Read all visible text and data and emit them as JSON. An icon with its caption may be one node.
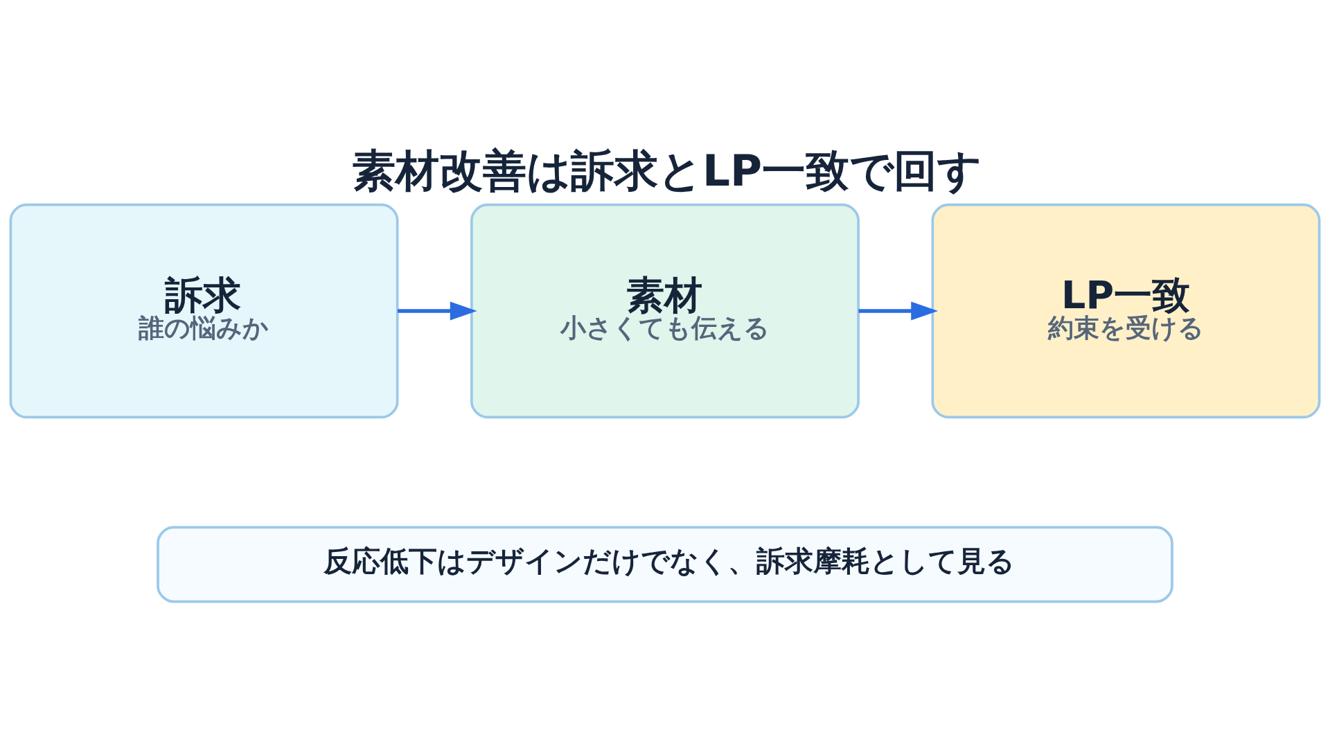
{
  "diagram": {
    "title": "素材改善は訴求とLP一致で回す",
    "nodes": [
      {
        "text": [
          "訴求",
          "誰の悩みか"
        ]
      },
      {
        "text": [
          "素材",
          "小さくても伝える"
        ]
      },
      {
        "text": [
          "LP一致",
          "約束を受ける"
        ]
      },
      {
        "text": [
          "反応低下はデザインだけでなく、訴求摩耗として見る"
        ]
      }
    ],
    "edges": [
      {
        "from": 0,
        "to": 1,
        "arrow": "to"
      },
      {
        "from": 1,
        "to": 2,
        "arrow": "to"
      }
    ]
  }
}
